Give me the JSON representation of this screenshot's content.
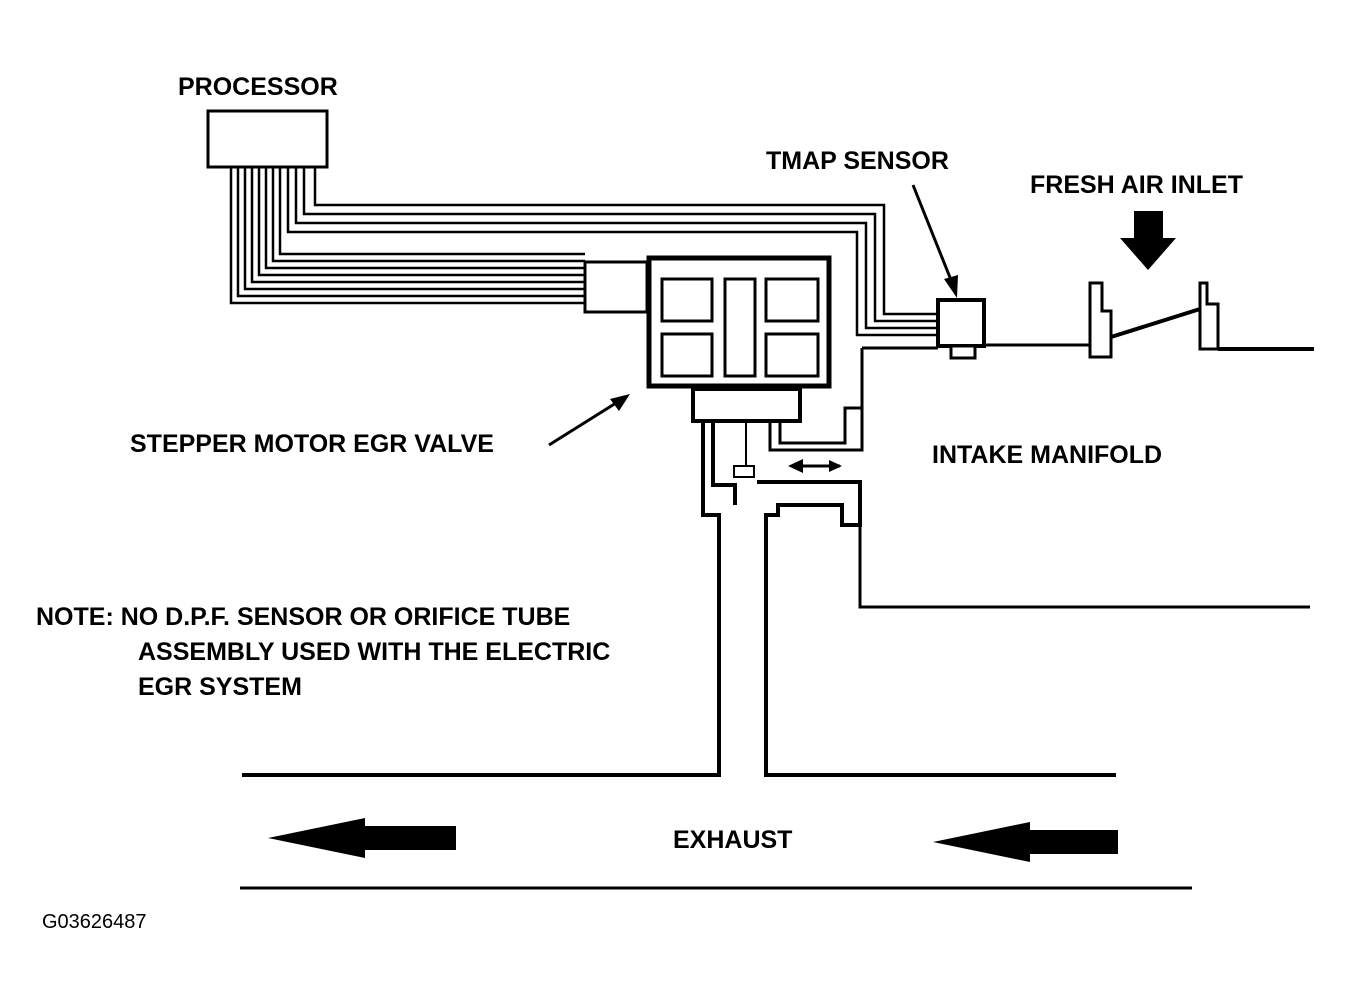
{
  "labels": {
    "processor": "PROCESSOR",
    "tmap_sensor": "TMAP SENSOR",
    "fresh_air_inlet": "FRESH AIR INLET",
    "stepper_motor_egr_valve": "STEPPER MOTOR EGR VALVE",
    "intake_manifold": "INTAKE MANIFOLD",
    "exhaust": "EXHAUST"
  },
  "note": {
    "line1": "NOTE:  NO D.P.F. SENSOR OR ORIFICE TUBE",
    "line2": "ASSEMBLY USED WITH THE ELECTRIC",
    "line3": "EGR SYSTEM"
  },
  "figure_code": "G03626487",
  "colors": {
    "ink": "#000000",
    "paper": "#ffffff"
  }
}
